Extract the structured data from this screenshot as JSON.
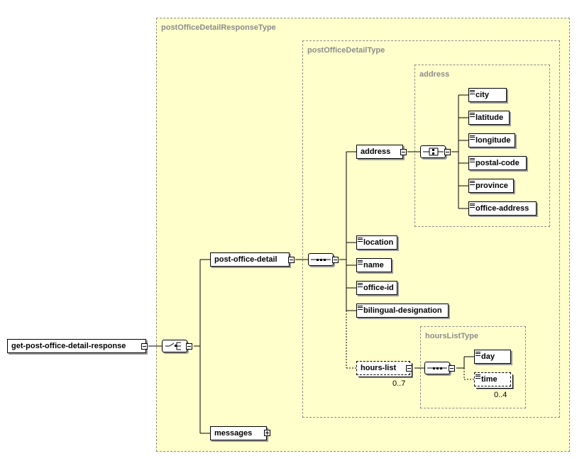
{
  "types": {
    "response_type": "postOfficeDetailResponseType",
    "detail_type": "postOfficeDetailType",
    "address_type": "address",
    "hours_type": "hoursListType"
  },
  "elements": {
    "root": "get-post-office-detail-response",
    "post_office_detail": "post-office-detail",
    "messages": "messages",
    "address": "address",
    "city": "city",
    "latitude": "latitude",
    "longitude": "longitude",
    "postal_code": "postal-code",
    "province": "province",
    "office_address": "office-address",
    "location": "location",
    "name": "name",
    "office_id": "office-id",
    "bilingual_designation": "bilingual-designation",
    "hours_list": "hours-list",
    "day": "day",
    "time": "time"
  },
  "occurrences": {
    "hours_list": "0..7",
    "time": "0..4"
  },
  "colors": {
    "type_background": "#ffffcc",
    "type_border": "#8a8a8a",
    "type_label": "#8c8c8c"
  }
}
